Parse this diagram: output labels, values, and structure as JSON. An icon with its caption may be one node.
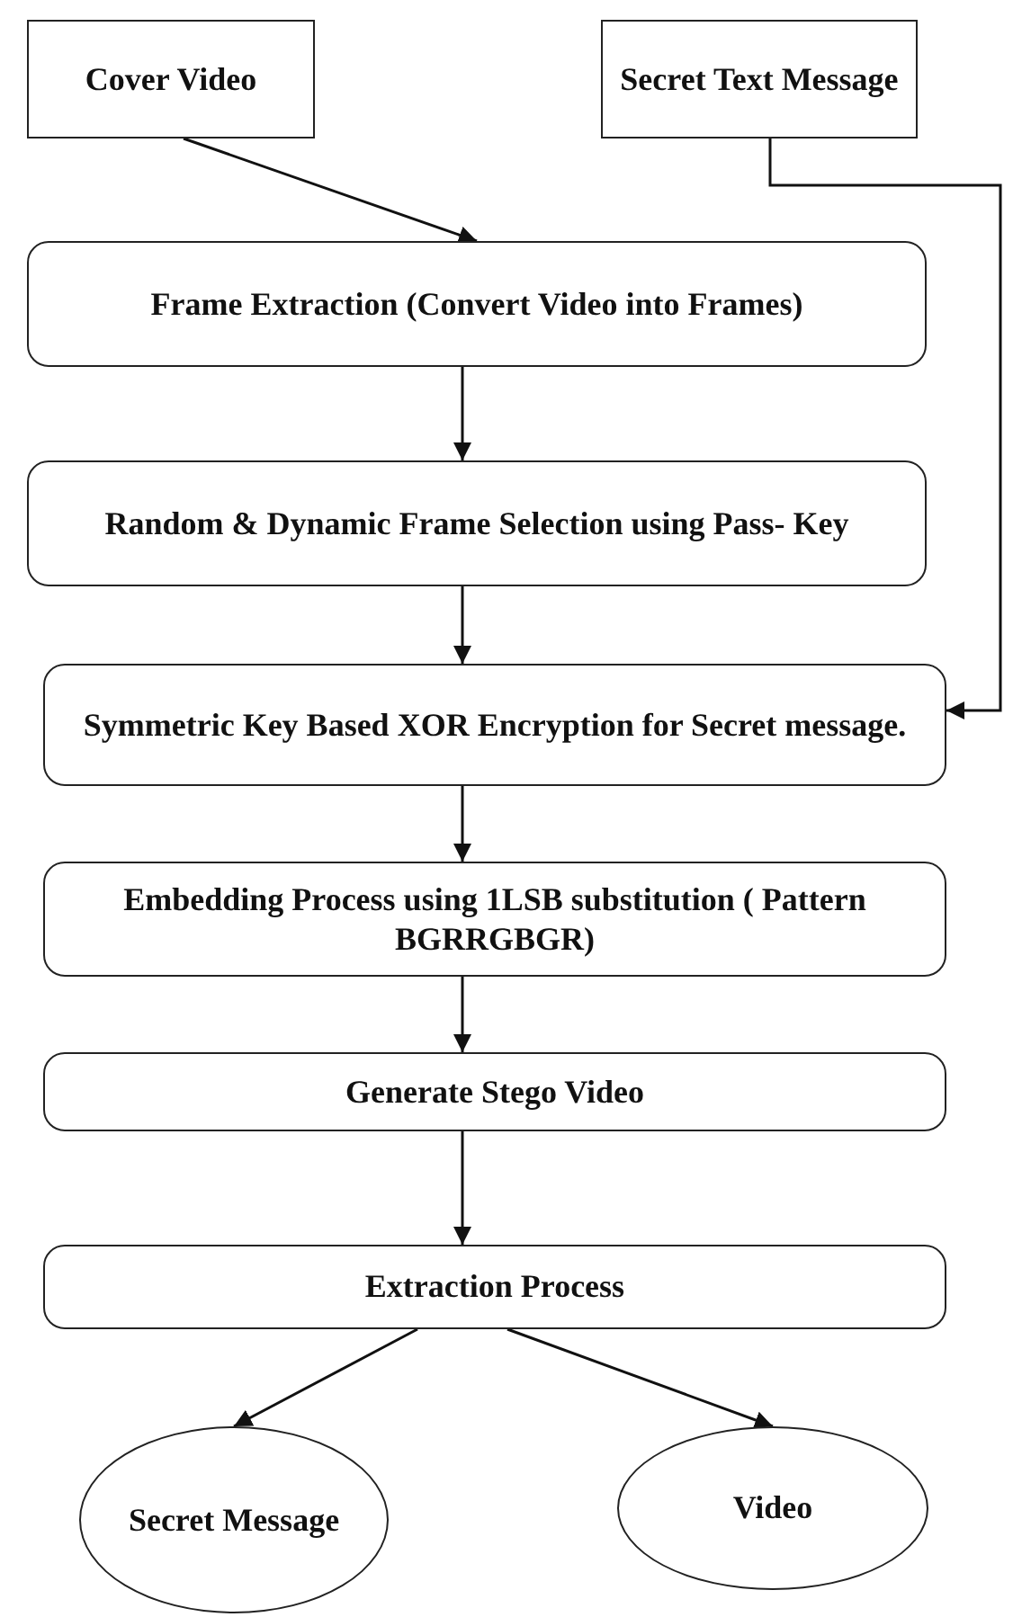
{
  "diagram": {
    "nodes": [
      {
        "text": [
          "Cover Video"
        ]
      },
      {
        "text": [
          "Secret Text Message"
        ]
      },
      {
        "text": [
          "Frame Extraction (Convert Video into Frames)"
        ]
      },
      {
        "text": [
          "Random & Dynamic Frame Selection using Pass- Key"
        ]
      },
      {
        "text": [
          "Symmetric Key Based XOR Encryption for Secret message."
        ]
      },
      {
        "text": [
          "Embedding Process using 1LSB substitution ( Pattern BGRRGBGR)"
        ]
      },
      {
        "text": [
          "Generate Stego Video"
        ]
      },
      {
        "text": [
          "Extraction Process"
        ]
      },
      {
        "text": [
          "Secret Message"
        ]
      },
      {
        "text": [
          "Video"
        ]
      }
    ],
    "edges": [
      {
        "from": 0,
        "to": 2,
        "arrow": "to"
      },
      {
        "from": 1,
        "to": 4,
        "arrow": "to"
      },
      {
        "from": 2,
        "to": 3,
        "arrow": "to"
      },
      {
        "from": 3,
        "to": 4,
        "arrow": "to"
      },
      {
        "from": 4,
        "to": 5,
        "arrow": "to"
      },
      {
        "from": 5,
        "to": 6,
        "arrow": "to"
      },
      {
        "from": 6,
        "to": 7,
        "arrow": "to"
      },
      {
        "from": 7,
        "to": 8,
        "arrow": "to"
      },
      {
        "from": 7,
        "to": 9,
        "arrow": "to"
      }
    ]
  }
}
